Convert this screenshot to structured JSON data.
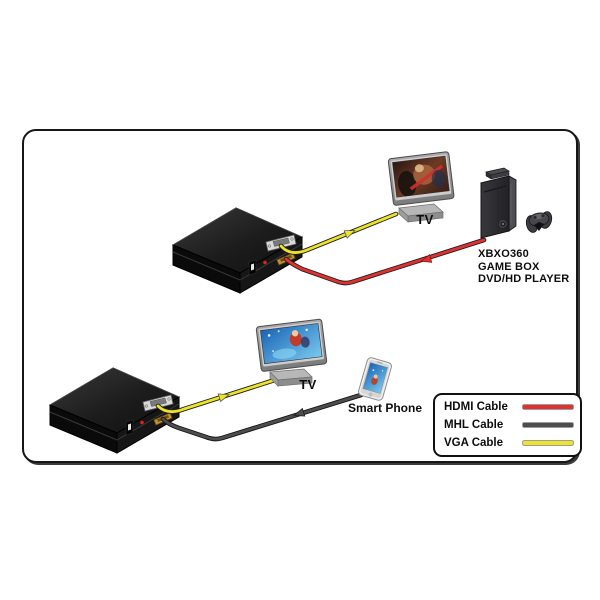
{
  "diagram_title": "",
  "labels": {
    "tv_top": "TV",
    "tv_bottom": "TV",
    "smart_phone": "Smart Phone",
    "source_line1": "XBXO360",
    "source_line2": "GAME BOX",
    "source_line3": "DVD/HD PLAYER"
  },
  "legend": {
    "items": [
      {
        "label": "HDMI Cable",
        "color": "#e03131",
        "icon": "hdmi-cable-line"
      },
      {
        "label": "MHL Cable",
        "color": "#4d4d4d",
        "icon": "mhl-cable-line"
      },
      {
        "label": "VGA Cable",
        "color": "#ece32a",
        "icon": "vga-cable-line"
      }
    ]
  },
  "devices": {
    "converter_top": "vga-converter-box",
    "converter_bottom": "vga-converter-box",
    "tv_top": "tv-monitor",
    "tv_bottom": "tv-monitor",
    "game_console": "xbox360-console",
    "game_controller": "gamepad",
    "phone": "smart-phone"
  }
}
